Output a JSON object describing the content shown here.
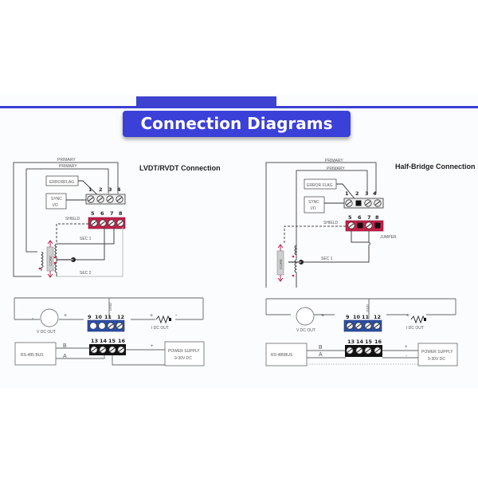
{
  "header": {
    "title": "Connection Diagrams"
  },
  "colors": {
    "accent_blue": "#3b40d8",
    "terminal_red": "#c8204a",
    "terminal_blue": "#2b4fa8",
    "terminal_black": "#111111"
  },
  "left_diagram": {
    "title": "LVDT/RVDT Connection",
    "labels": {
      "primary_hi": "PRIMARY",
      "primary_lo": "PRIMARY",
      "error_flag": "ERRORFLAG",
      "sync_line1": "SYNC",
      "sync_line2": "I/O",
      "shield": "SHIELD",
      "sec1": "SEC 1",
      "sec2": "SEC 2",
      "core": "CORE",
      "gnd": "GND",
      "v_dc_out": "V DC OUT",
      "i_dc_out": "I DC OUT",
      "rs485": "RS-485 BUS",
      "power_line1": "POWER SUPPLY",
      "power_line2": "9-30V DC",
      "bus_b": "B",
      "bus_a": "A",
      "minus": "-",
      "plus": "+"
    },
    "terminals_top": [
      "1",
      "2",
      "3",
      "4"
    ],
    "terminals_shield": [
      "5",
      "6",
      "7",
      "8"
    ],
    "terminals_output": [
      "9",
      "10",
      "11",
      "12"
    ],
    "terminals_bus": [
      "13",
      "14",
      "15",
      "16"
    ]
  },
  "right_diagram": {
    "title": "Half-Bridge Connection",
    "labels": {
      "primary_hi": "PRIMARY",
      "primary_lo": "PRIMARY",
      "error_flag": "ERROR FLAG",
      "sync_line1": "SYNC",
      "sync_line2": "I/O",
      "shield": "SHIELD",
      "jumper": "JUMPER",
      "sec1": "SEC 1",
      "core": "CORE",
      "gnd": "GND",
      "v_dc_out": "V DC OUT",
      "i_dc_out": "I DC OUT",
      "rs485": "RS-485BUS",
      "power_line1": "POWER SUPPLY",
      "power_line2": "9-30V DC",
      "bus_b": "B",
      "bus_a": "A",
      "minus": "-",
      "plus": "+"
    },
    "terminals_top": [
      "1",
      "2",
      "3",
      "4"
    ],
    "terminals_shield": [
      "5",
      "6",
      "7",
      "8"
    ],
    "terminals_output": [
      "9",
      "10",
      "11",
      "12"
    ],
    "terminals_bus": [
      "13",
      "14",
      "15",
      "16"
    ]
  }
}
